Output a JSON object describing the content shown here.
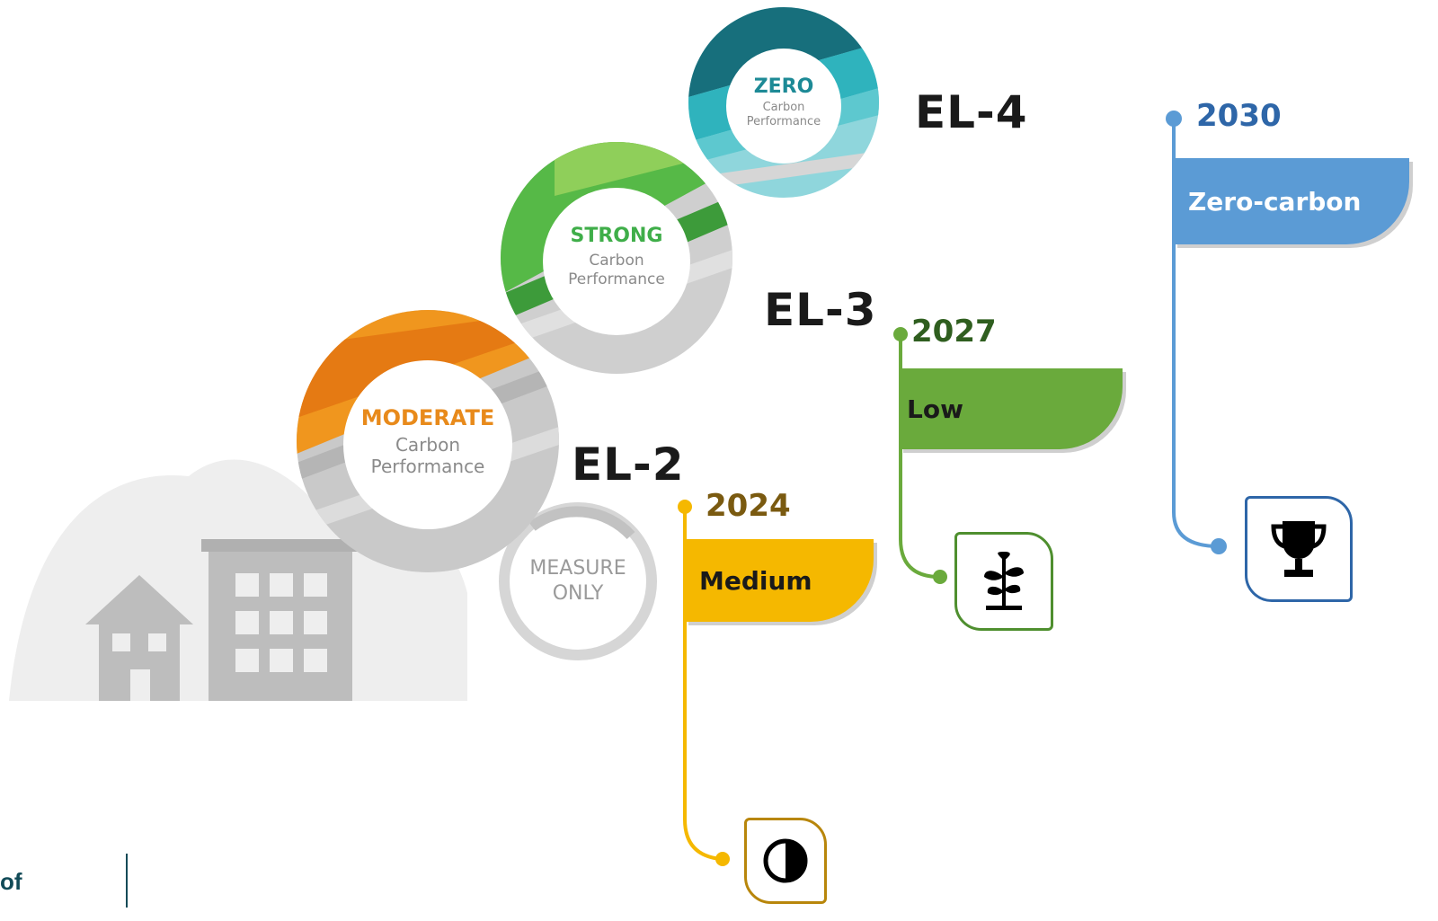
{
  "circles": [
    {
      "id": "zero",
      "title": "ZERO",
      "line1": "Carbon",
      "line2": "Performance",
      "title_color": "#1d8a96"
    },
    {
      "id": "strong",
      "title": "STRONG",
      "line1": "Carbon",
      "line2": "Performance",
      "title_color": "#3fae49"
    },
    {
      "id": "moderate",
      "title": "MODERATE",
      "line1": "Carbon",
      "line2": "Performance",
      "title_color": "#e88a1b"
    },
    {
      "id": "measure",
      "title": "",
      "line1": "MEASURE",
      "line2": "ONLY",
      "title_color": "#9a9a9a"
    }
  ],
  "levels": {
    "el4": "EL-4",
    "el3": "EL-3",
    "el2": "EL-2"
  },
  "timeline": [
    {
      "year": "2024",
      "label": "Medium",
      "color": "#f5b800",
      "year_color": "#7a5a10",
      "icon": "contrast-icon"
    },
    {
      "year": "2027",
      "label": "Low",
      "color": "#6aaa3c",
      "year_color": "#2f5e1f",
      "icon": "plant-sprout-icon"
    },
    {
      "year": "2030",
      "label": "Zero-carbon",
      "color": "#5b9bd5",
      "year_color": "#2e66a8",
      "icon": "trophy-icon"
    }
  ],
  "footer": {
    "fragment": "of"
  }
}
